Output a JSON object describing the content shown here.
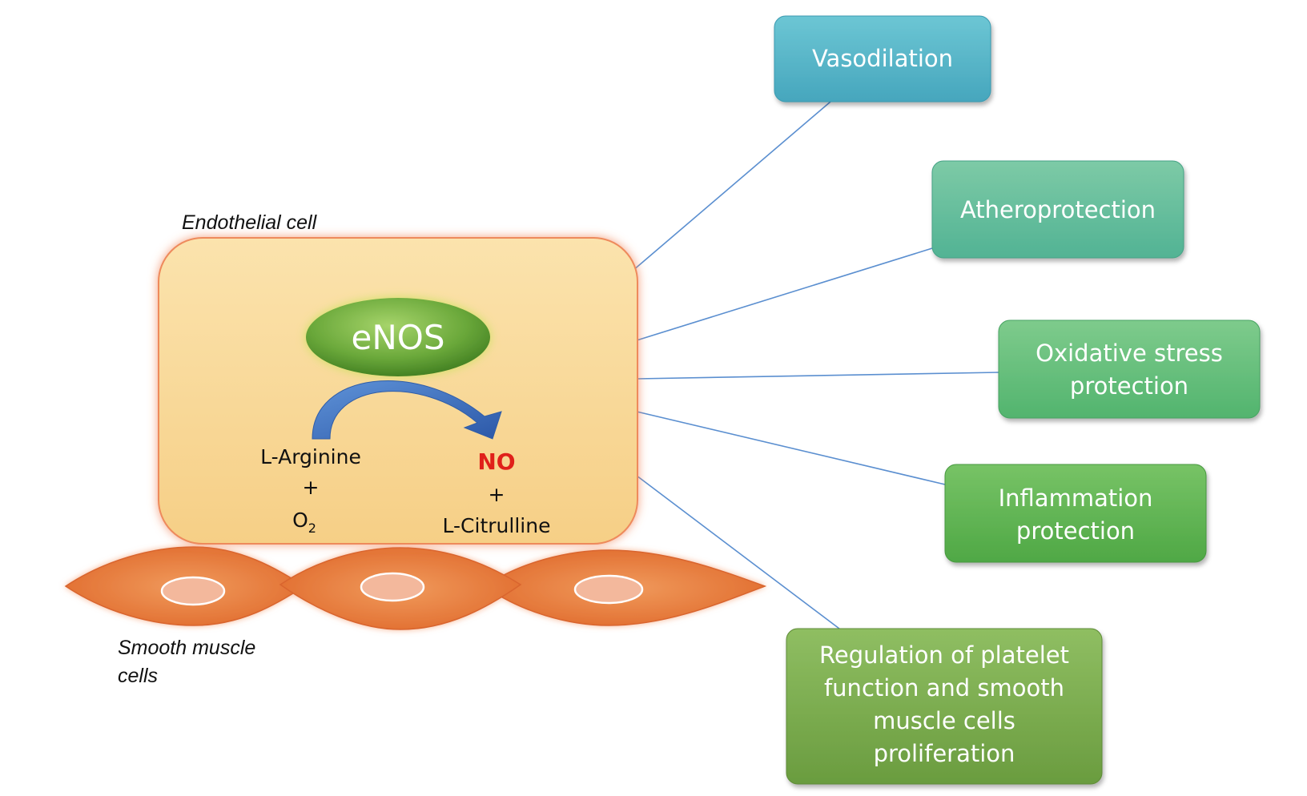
{
  "cell_labels": {
    "endothelial": "Endothelial cell",
    "smooth_muscle_line1": "Smooth muscle",
    "smooth_muscle_line2": "cells"
  },
  "enzyme": "eNOS",
  "reaction": {
    "substrate": "L-Arginine",
    "plus_left": "+",
    "cofactor_base": "O",
    "cofactor_sub": "2",
    "product": "NO",
    "plus_right": "+",
    "byproduct": "L-Citrulline"
  },
  "effects": [
    {
      "lines": [
        "Vasodilation"
      ],
      "color": "#4fb3c6"
    },
    {
      "lines": [
        "Atheroprotection"
      ],
      "color": "#5cbf9a"
    },
    {
      "lines": [
        "Oxidative stress",
        "protection"
      ],
      "color": "#5dbd7c"
    },
    {
      "lines": [
        "Inflammation",
        "protection"
      ],
      "color": "#5bb455"
    },
    {
      "lines": [
        "Regulation of platelet",
        "function and smooth",
        "muscle cells",
        "proliferation"
      ],
      "color": "#73a94a"
    }
  ],
  "colors": {
    "cell_fill": "#f9d99a",
    "cell_glow": "#f08a5a",
    "enos_green": "#66a83a",
    "arrow_blue": "#3e6fbf",
    "no_red": "#e0201a",
    "smc_orange": "#e8773c",
    "nucleus": "#f3b89c",
    "connector": "#5b8fd0"
  }
}
